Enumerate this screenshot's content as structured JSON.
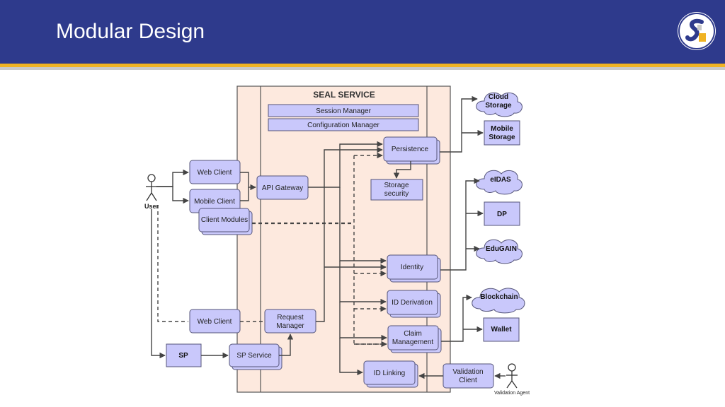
{
  "slide": {
    "title": "Modular Design"
  },
  "colors": {
    "header": "#2e3a8c",
    "accent": "#f0b323",
    "container": "#fde9de",
    "box": "#c9c8fb",
    "box_border": "#55557a"
  },
  "diagram": {
    "container_title": "SEAL SERVICE",
    "session_manager": "Session Manager",
    "configuration_manager": "Configuration Manager",
    "persistence": "Persistence",
    "storage_security": [
      "Storage",
      "security"
    ],
    "api_gateway": "API Gateway",
    "identity": "Identity",
    "id_derivation": "ID Derivation",
    "claim_management": [
      "Claim",
      "Management"
    ],
    "id_linking": "ID Linking",
    "request_manager": [
      "Request",
      "Manager"
    ],
    "sp_service": "SP Service",
    "web_client_top": "Web Client",
    "mobile_client": "Mobile Client",
    "client_modules": "Client Modules",
    "web_client_bottom": "Web Client",
    "sp": "SP",
    "user": "User",
    "cloud_storage": [
      "Cloud",
      "Storage"
    ],
    "mobile_storage": [
      "Mobile",
      "Storage"
    ],
    "eidas": "eIDAS",
    "dp": "DP",
    "edugain": "EduGAIN",
    "blockchain": "Blockchain",
    "wallet": "Wallet",
    "validation_client": [
      "Validation",
      "Client"
    ],
    "validation_agent": "Validation Agent"
  }
}
